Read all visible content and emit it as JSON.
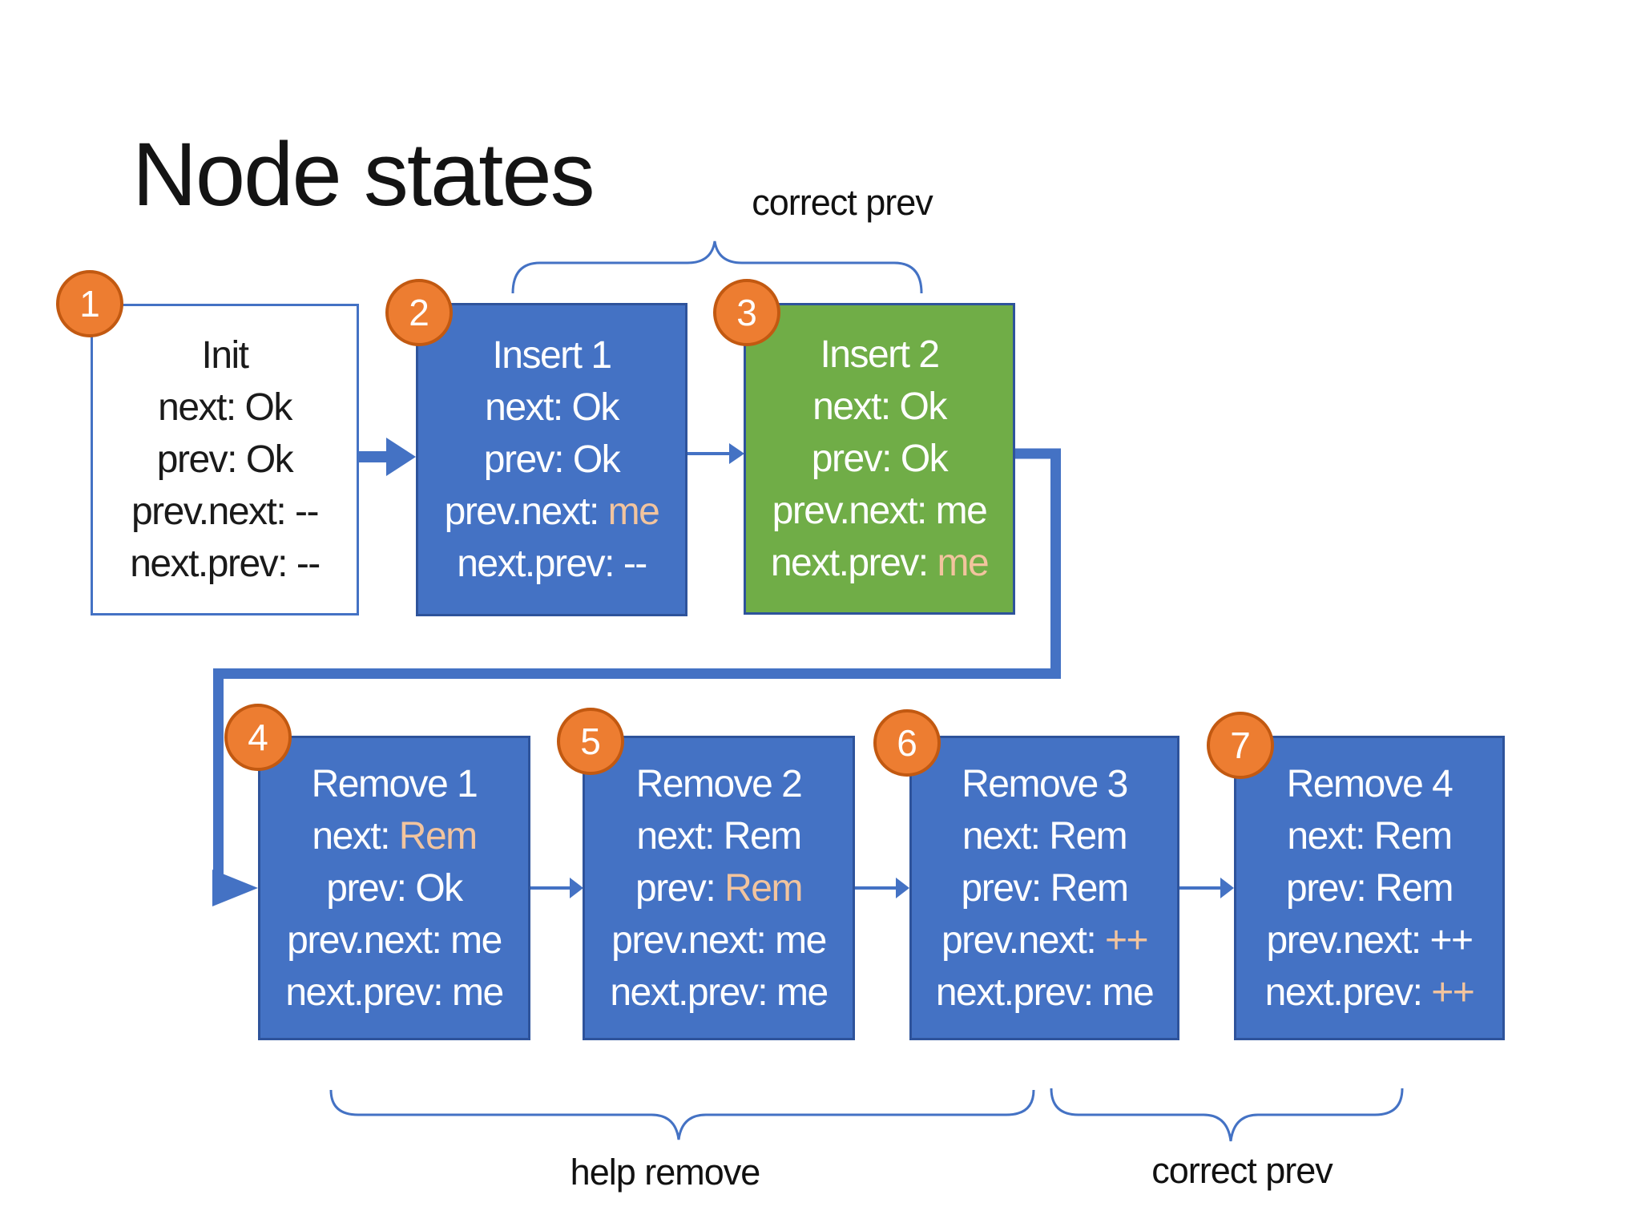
{
  "title": "Node states",
  "labels": {
    "top_brace": "correct prev",
    "bottom_left_brace": "help remove",
    "bottom_right_brace": "correct prev"
  },
  "colors": {
    "node_blue": "#4472C4",
    "node_green": "#70AD47",
    "node_border": "#2E539B",
    "highlight_text": "#F2C49E",
    "circle_fill": "#ED7D31",
    "circle_border": "#C25911",
    "connector_blue": "#4472C4",
    "title_text": "#141414"
  },
  "nodes": [
    {
      "num": "1",
      "title": "Init",
      "variant": "white",
      "lines": [
        {
          "pre": "next: ",
          "val": "Ok",
          "hl": false
        },
        {
          "pre": "prev: ",
          "val": "Ok",
          "hl": false
        },
        {
          "pre": "prev.next: ",
          "val": "--",
          "hl": false
        },
        {
          "pre": "next.prev: ",
          "val": "--",
          "hl": false
        }
      ]
    },
    {
      "num": "2",
      "title": "Insert 1",
      "variant": "blue",
      "lines": [
        {
          "pre": "next: ",
          "val": "Ok",
          "hl": false
        },
        {
          "pre": "prev: ",
          "val": "Ok",
          "hl": false
        },
        {
          "pre": "prev.next: ",
          "val": "me",
          "hl": true
        },
        {
          "pre": "next.prev: ",
          "val": "--",
          "hl": false
        }
      ]
    },
    {
      "num": "3",
      "title": "Insert 2",
      "variant": "green",
      "lines": [
        {
          "pre": "next: ",
          "val": "Ok",
          "hl": false
        },
        {
          "pre": "prev: ",
          "val": "Ok",
          "hl": false
        },
        {
          "pre": "prev.next: ",
          "val": "me",
          "hl": false
        },
        {
          "pre": "next.prev: ",
          "val": "me",
          "hl": true
        }
      ]
    },
    {
      "num": "4",
      "title": "Remove 1",
      "variant": "blue",
      "lines": [
        {
          "pre": "next: ",
          "val": "Rem",
          "hl": true
        },
        {
          "pre": "prev: ",
          "val": "Ok",
          "hl": false
        },
        {
          "pre": "prev.next: ",
          "val": "me",
          "hl": false
        },
        {
          "pre": "next.prev: ",
          "val": "me",
          "hl": false
        }
      ]
    },
    {
      "num": "5",
      "title": "Remove 2",
      "variant": "blue",
      "lines": [
        {
          "pre": "next: ",
          "val": "Rem",
          "hl": false
        },
        {
          "pre": "prev: ",
          "val": "Rem",
          "hl": true
        },
        {
          "pre": "prev.next: ",
          "val": "me",
          "hl": false
        },
        {
          "pre": "next.prev: ",
          "val": "me",
          "hl": false
        }
      ]
    },
    {
      "num": "6",
      "title": "Remove 3",
      "variant": "blue",
      "lines": [
        {
          "pre": "next: ",
          "val": "Rem",
          "hl": false
        },
        {
          "pre": "prev: ",
          "val": "Rem",
          "hl": false
        },
        {
          "pre": "prev.next: ",
          "val": "++",
          "hl": true
        },
        {
          "pre": "next.prev: ",
          "val": "me",
          "hl": false
        }
      ]
    },
    {
      "num": "7",
      "title": "Remove 4",
      "variant": "blue",
      "lines": [
        {
          "pre": "next: ",
          "val": "Rem",
          "hl": false
        },
        {
          "pre": "prev: ",
          "val": "Rem",
          "hl": false
        },
        {
          "pre": "prev.next: ",
          "val": "++",
          "hl": false
        },
        {
          "pre": "next.prev: ",
          "val": "++",
          "hl": true
        }
      ]
    }
  ]
}
